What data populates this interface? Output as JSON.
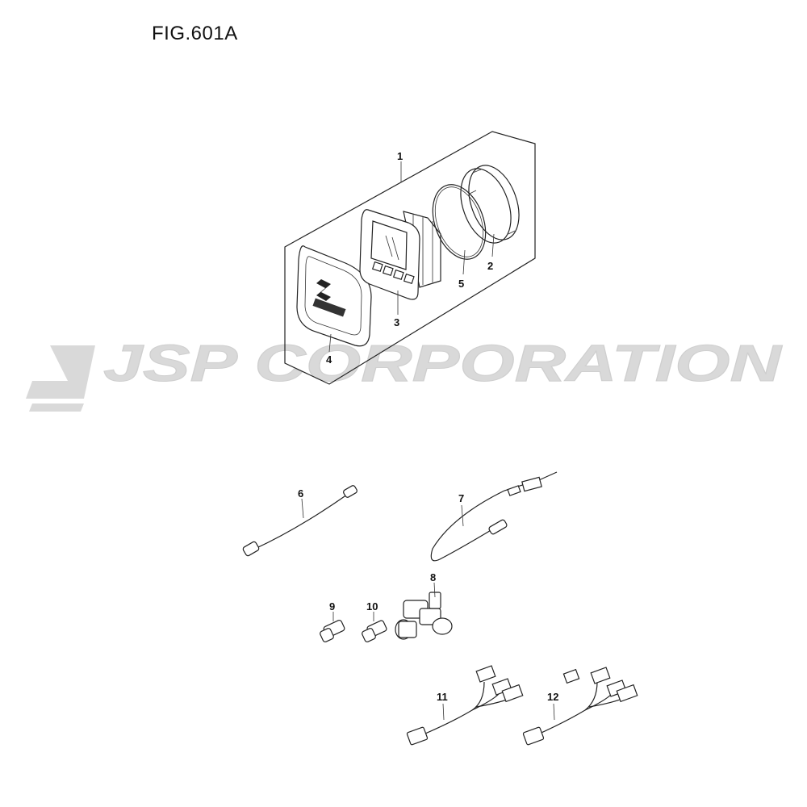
{
  "figure": {
    "title": "FIG.601A"
  },
  "watermark": {
    "text": "JSP CORPORATION",
    "color": "#d9d9d9"
  },
  "colors": {
    "line": "#222222",
    "background": "#ffffff"
  },
  "parts": [
    {
      "ref": "1"
    },
    {
      "ref": "2"
    },
    {
      "ref": "3"
    },
    {
      "ref": "4"
    },
    {
      "ref": "5"
    },
    {
      "ref": "6"
    },
    {
      "ref": "7"
    },
    {
      "ref": "8"
    },
    {
      "ref": "9"
    },
    {
      "ref": "10"
    },
    {
      "ref": "11"
    },
    {
      "ref": "12"
    }
  ]
}
